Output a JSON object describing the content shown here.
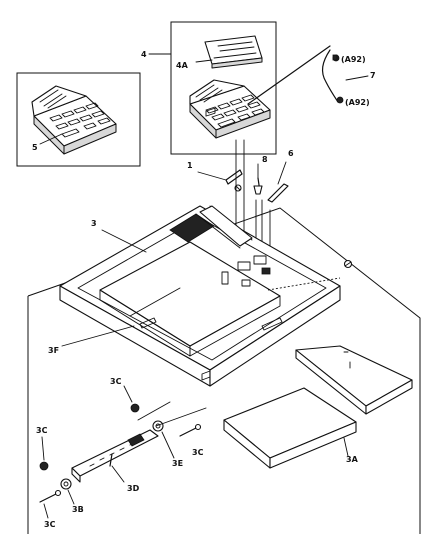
{
  "diagram": {
    "callouts": {
      "part_4": "4",
      "part_4a": "4A",
      "part_7": "7",
      "tag_top": "(A92)",
      "tag_bottom": "(A92)",
      "part_5": "5",
      "part_1": "1",
      "part_8": "8",
      "part_6": "6",
      "part_3": "3",
      "part_3f": "3F",
      "part_3c_a": "3C",
      "part_3e": "3E",
      "part_3c_b": "3C",
      "part_3a": "3A",
      "part_3c_c": "3C",
      "part_3d": "3D",
      "part_3b": "3B",
      "part_3c_d": "3C"
    }
  }
}
